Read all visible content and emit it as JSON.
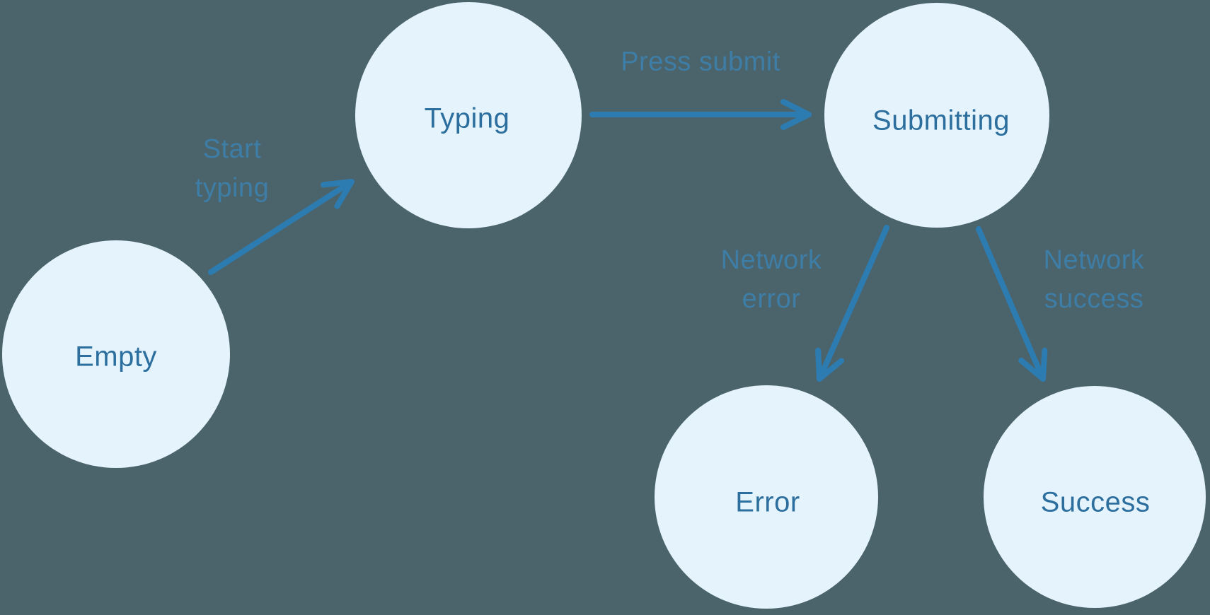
{
  "diagram": {
    "background_color": "#4b646c",
    "node_fill_color": "#e4f3fc",
    "node_text_color": "#2c6f9e",
    "arrow_color": "#2d7cb1",
    "edge_label_color": "#3b83b3",
    "nodes": {
      "empty": {
        "label": "Empty"
      },
      "typing": {
        "label": "Typing"
      },
      "submitting": {
        "label": "Submitting"
      },
      "error": {
        "label": "Error"
      },
      "success": {
        "label": "Success"
      }
    },
    "edges": {
      "start_typing": {
        "from": "Empty",
        "to": "Typing",
        "label_line1": "Start",
        "label_line2": "typing"
      },
      "press_submit": {
        "from": "Typing",
        "to": "Submitting",
        "label": "Press submit"
      },
      "network_error": {
        "from": "Submitting",
        "to": "Error",
        "label_line1": "Network",
        "label_line2": "error"
      },
      "network_success": {
        "from": "Submitting",
        "to": "Success",
        "label_line1": "Network",
        "label_line2": "success"
      }
    }
  }
}
